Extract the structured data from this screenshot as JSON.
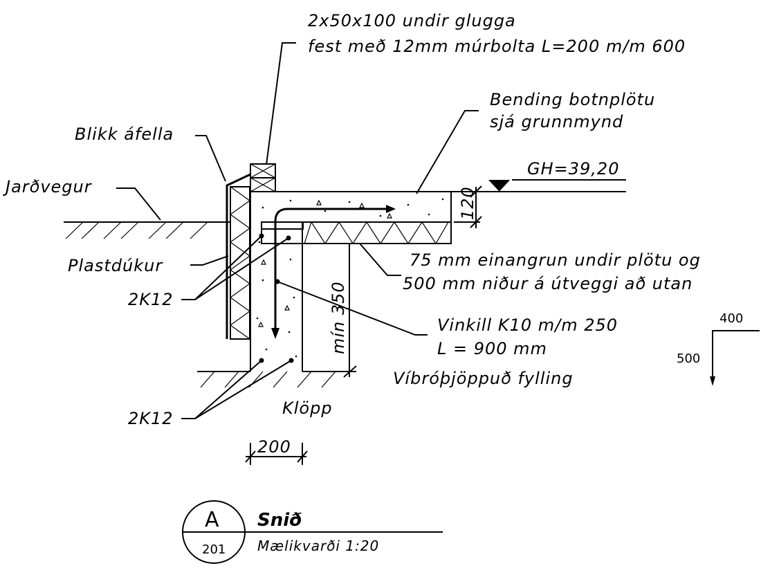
{
  "window_note": {
    "line1": "2x50x100 undir glugga",
    "line2": "fest með 12mm múrbolta L=200 m/m 600"
  },
  "labels": {
    "blikk": "Blikk áfella",
    "jardvegur": "Jarðvegur",
    "plastdukur": "Plastdúkur",
    "rebar_upper": "2K12",
    "rebar_lower": "2K12",
    "bending_line1": "Bending botnplötu",
    "bending_line2": "sjá grunnmynd",
    "gh": "GH=39,20",
    "insulation_line1": "75 mm einangrun undir plötu og",
    "insulation_line2": "500 mm niður á útveggi að utan",
    "vinkill_line1": "Vinkill K10 m/m 250",
    "vinkill_line2": "L = 900 mm",
    "fill": "Víbróþjöppuð fylling",
    "rock": "Klöpp"
  },
  "dimensions": {
    "slab_thickness": "120",
    "min_depth": "mín 350",
    "wall_width": "200",
    "angle_horizontal": "400",
    "angle_vertical": "500"
  },
  "title_block": {
    "letter": "A",
    "sheet": "201",
    "title": "Snið",
    "scale": "Mælikvarði 1:20"
  }
}
